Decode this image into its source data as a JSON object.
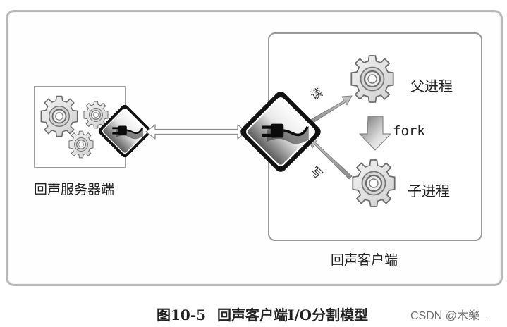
{
  "figure": {
    "caption_number": "图10-5",
    "caption_title": "回声客户端I/O分割模型",
    "watermark": "CSDN @木樂_"
  },
  "server": {
    "label": "回声服务器端",
    "gear_count": 3,
    "socket_icon": "plug-socket-icon"
  },
  "connection": {
    "type": "bidirectional-arrow"
  },
  "client": {
    "label": "回声客户端",
    "socket_icon": "plug-socket-icon",
    "read_label": "读",
    "write_label": "写",
    "parent_process_label": "父进程",
    "child_process_label": "子进程",
    "fork_label": "fork"
  },
  "colors": {
    "frame_border": "#b9b9b9",
    "box_border": "#9c9c9c",
    "gear_stroke": "#707070",
    "gear_fill": "#e6e6e6",
    "socket_dark": "#111111",
    "arrow_grey": "#9a9a9a"
  }
}
